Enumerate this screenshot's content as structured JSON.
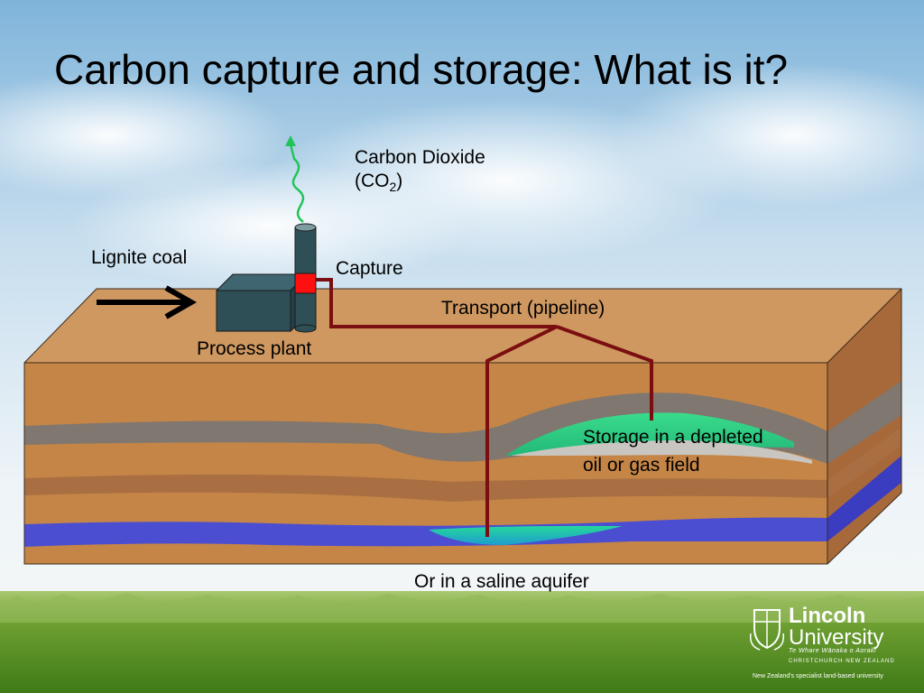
{
  "title": "Carbon capture and storage: What is it?",
  "labels": {
    "co2_line1": "Carbon Dioxide",
    "co2_open": "(CO",
    "co2_sub": "2",
    "co2_close": ")",
    "lignite": "Lignite coal",
    "capture": "Capture",
    "transport": "Transport (pipeline)",
    "process_plant": "Process plant",
    "storage_line1": "Storage in a depleted",
    "storage_line2": "oil or gas field",
    "aquifer": "Or in a saline aquifer"
  },
  "logo": {
    "name_line1": "Lincoln",
    "name_line2": "University",
    "tagline": "Te Whare Wānaka o Aoraki",
    "city": "CHRISTCHURCH·NEW ZEALAND",
    "slogan": "New Zealand's specialist land-based university"
  },
  "colors": {
    "earth_top": "#CF9861",
    "earth_front": "#C58546",
    "earth_side": "#A8693A",
    "rock_grey": "#7F7770",
    "rock_brown": "#A96F43",
    "aquifer_blue": "#4B4ED0",
    "co2_green": "#2FD08A",
    "pipeline": "#7A0E10",
    "plant": "#2E4F55",
    "capture_red": "#FF1010"
  }
}
